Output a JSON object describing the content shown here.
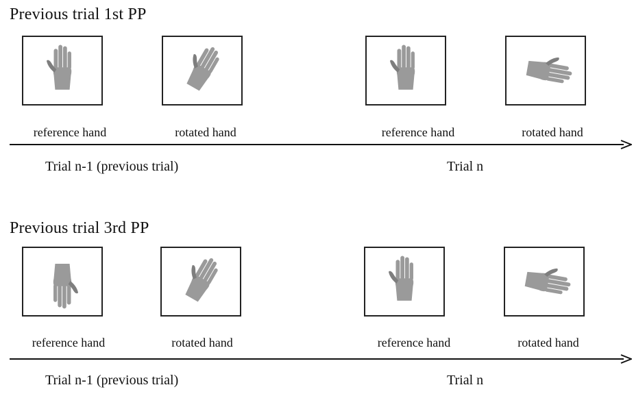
{
  "panels": [
    {
      "heading": "Previous trial 1st PP",
      "frames": [
        {
          "caption": "reference hand",
          "hand": "hand-palm-up-icon",
          "rotation_deg": 0
        },
        {
          "caption": "rotated hand",
          "hand": "hand-palm-up-icon",
          "rotation_deg": 30
        },
        {
          "caption": "reference hand",
          "hand": "hand-palm-up-icon",
          "rotation_deg": 0
        },
        {
          "caption": "rotated hand",
          "hand": "hand-palm-up-icon",
          "rotation_deg": 100
        }
      ],
      "trial_labels": [
        "Trial n-1 (previous trial)",
        "Trial n"
      ]
    },
    {
      "heading": "Previous trial 3rd PP",
      "frames": [
        {
          "caption": "reference hand",
          "hand": "hand-fingers-down-icon",
          "rotation_deg": 180
        },
        {
          "caption": "rotated hand",
          "hand": "hand-palm-up-icon",
          "rotation_deg": 30
        },
        {
          "caption": "reference hand",
          "hand": "hand-palm-up-icon",
          "rotation_deg": 0
        },
        {
          "caption": "rotated hand",
          "hand": "hand-palm-up-icon",
          "rotation_deg": 100
        }
      ],
      "trial_labels": [
        "Trial n-1 (previous trial)",
        "Trial n"
      ]
    }
  ],
  "colors": {
    "hand_fill": "#9a9a9a",
    "hand_shade": "#7e7e7e",
    "frame": "#222222",
    "arrow": "#111111"
  }
}
